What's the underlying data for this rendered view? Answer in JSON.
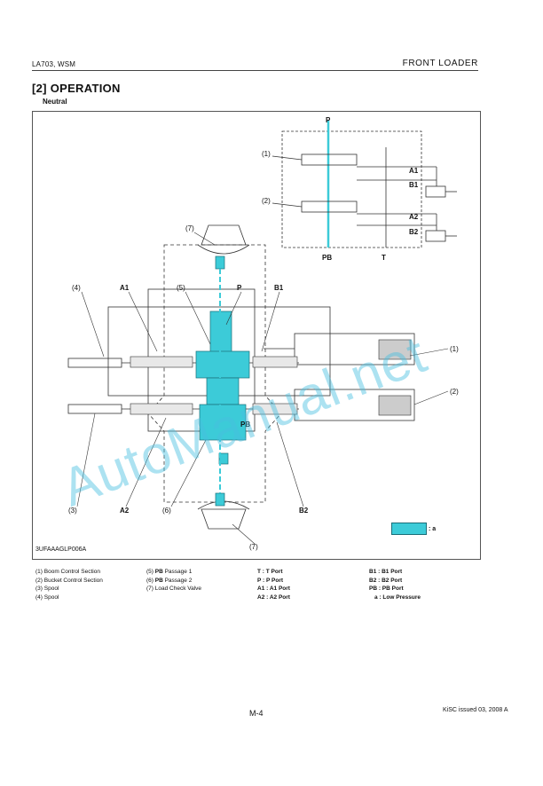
{
  "header": {
    "left": "LA703, WSM",
    "right": "FRONT LOADER"
  },
  "section_title": "[2]  OPERATION",
  "subtitle": "Neutral",
  "figure": {
    "code": "3UFAAAGLP006A",
    "legend_label": ": a",
    "labels": {
      "P": "P",
      "PB": "PB",
      "T": "T",
      "A1": "A1",
      "B1": "B1",
      "A2": "A2",
      "B2": "B2",
      "n1": "(1)",
      "n2": "(2)",
      "n3": "(3)",
      "n4": "(4)",
      "n5": "(5)",
      "n6": "(6)",
      "n7": "(7)"
    },
    "colors": {
      "low_pressure": "#3ccbd8"
    }
  },
  "captions": {
    "col1": [
      "(1)  Boom Control Section",
      "(2)  Bucket Control Section",
      "(3)  Spool",
      "(4)  Spool"
    ],
    "col2": [
      {
        "num": "(5) ",
        "bold": "PB",
        "rest": " Passage 1"
      },
      {
        "num": "(6) ",
        "bold": "PB",
        "rest": " Passage 2"
      },
      {
        "num": "(7) ",
        "bold": "",
        "rest": " Load Check Valve"
      }
    ],
    "col3": [
      "T :  T Port",
      "P :  P Port",
      "A1 : A1 Port",
      "A2 : A2 Port"
    ],
    "col4": [
      "B1 : B1 Port",
      "B2 : B2 Port",
      "PB : PB Port",
      "a : Low Pressure"
    ]
  },
  "footer": {
    "page": "M-4",
    "issue": "KiSC issued 03, 2008 A"
  },
  "watermark": "AutoManual.net"
}
